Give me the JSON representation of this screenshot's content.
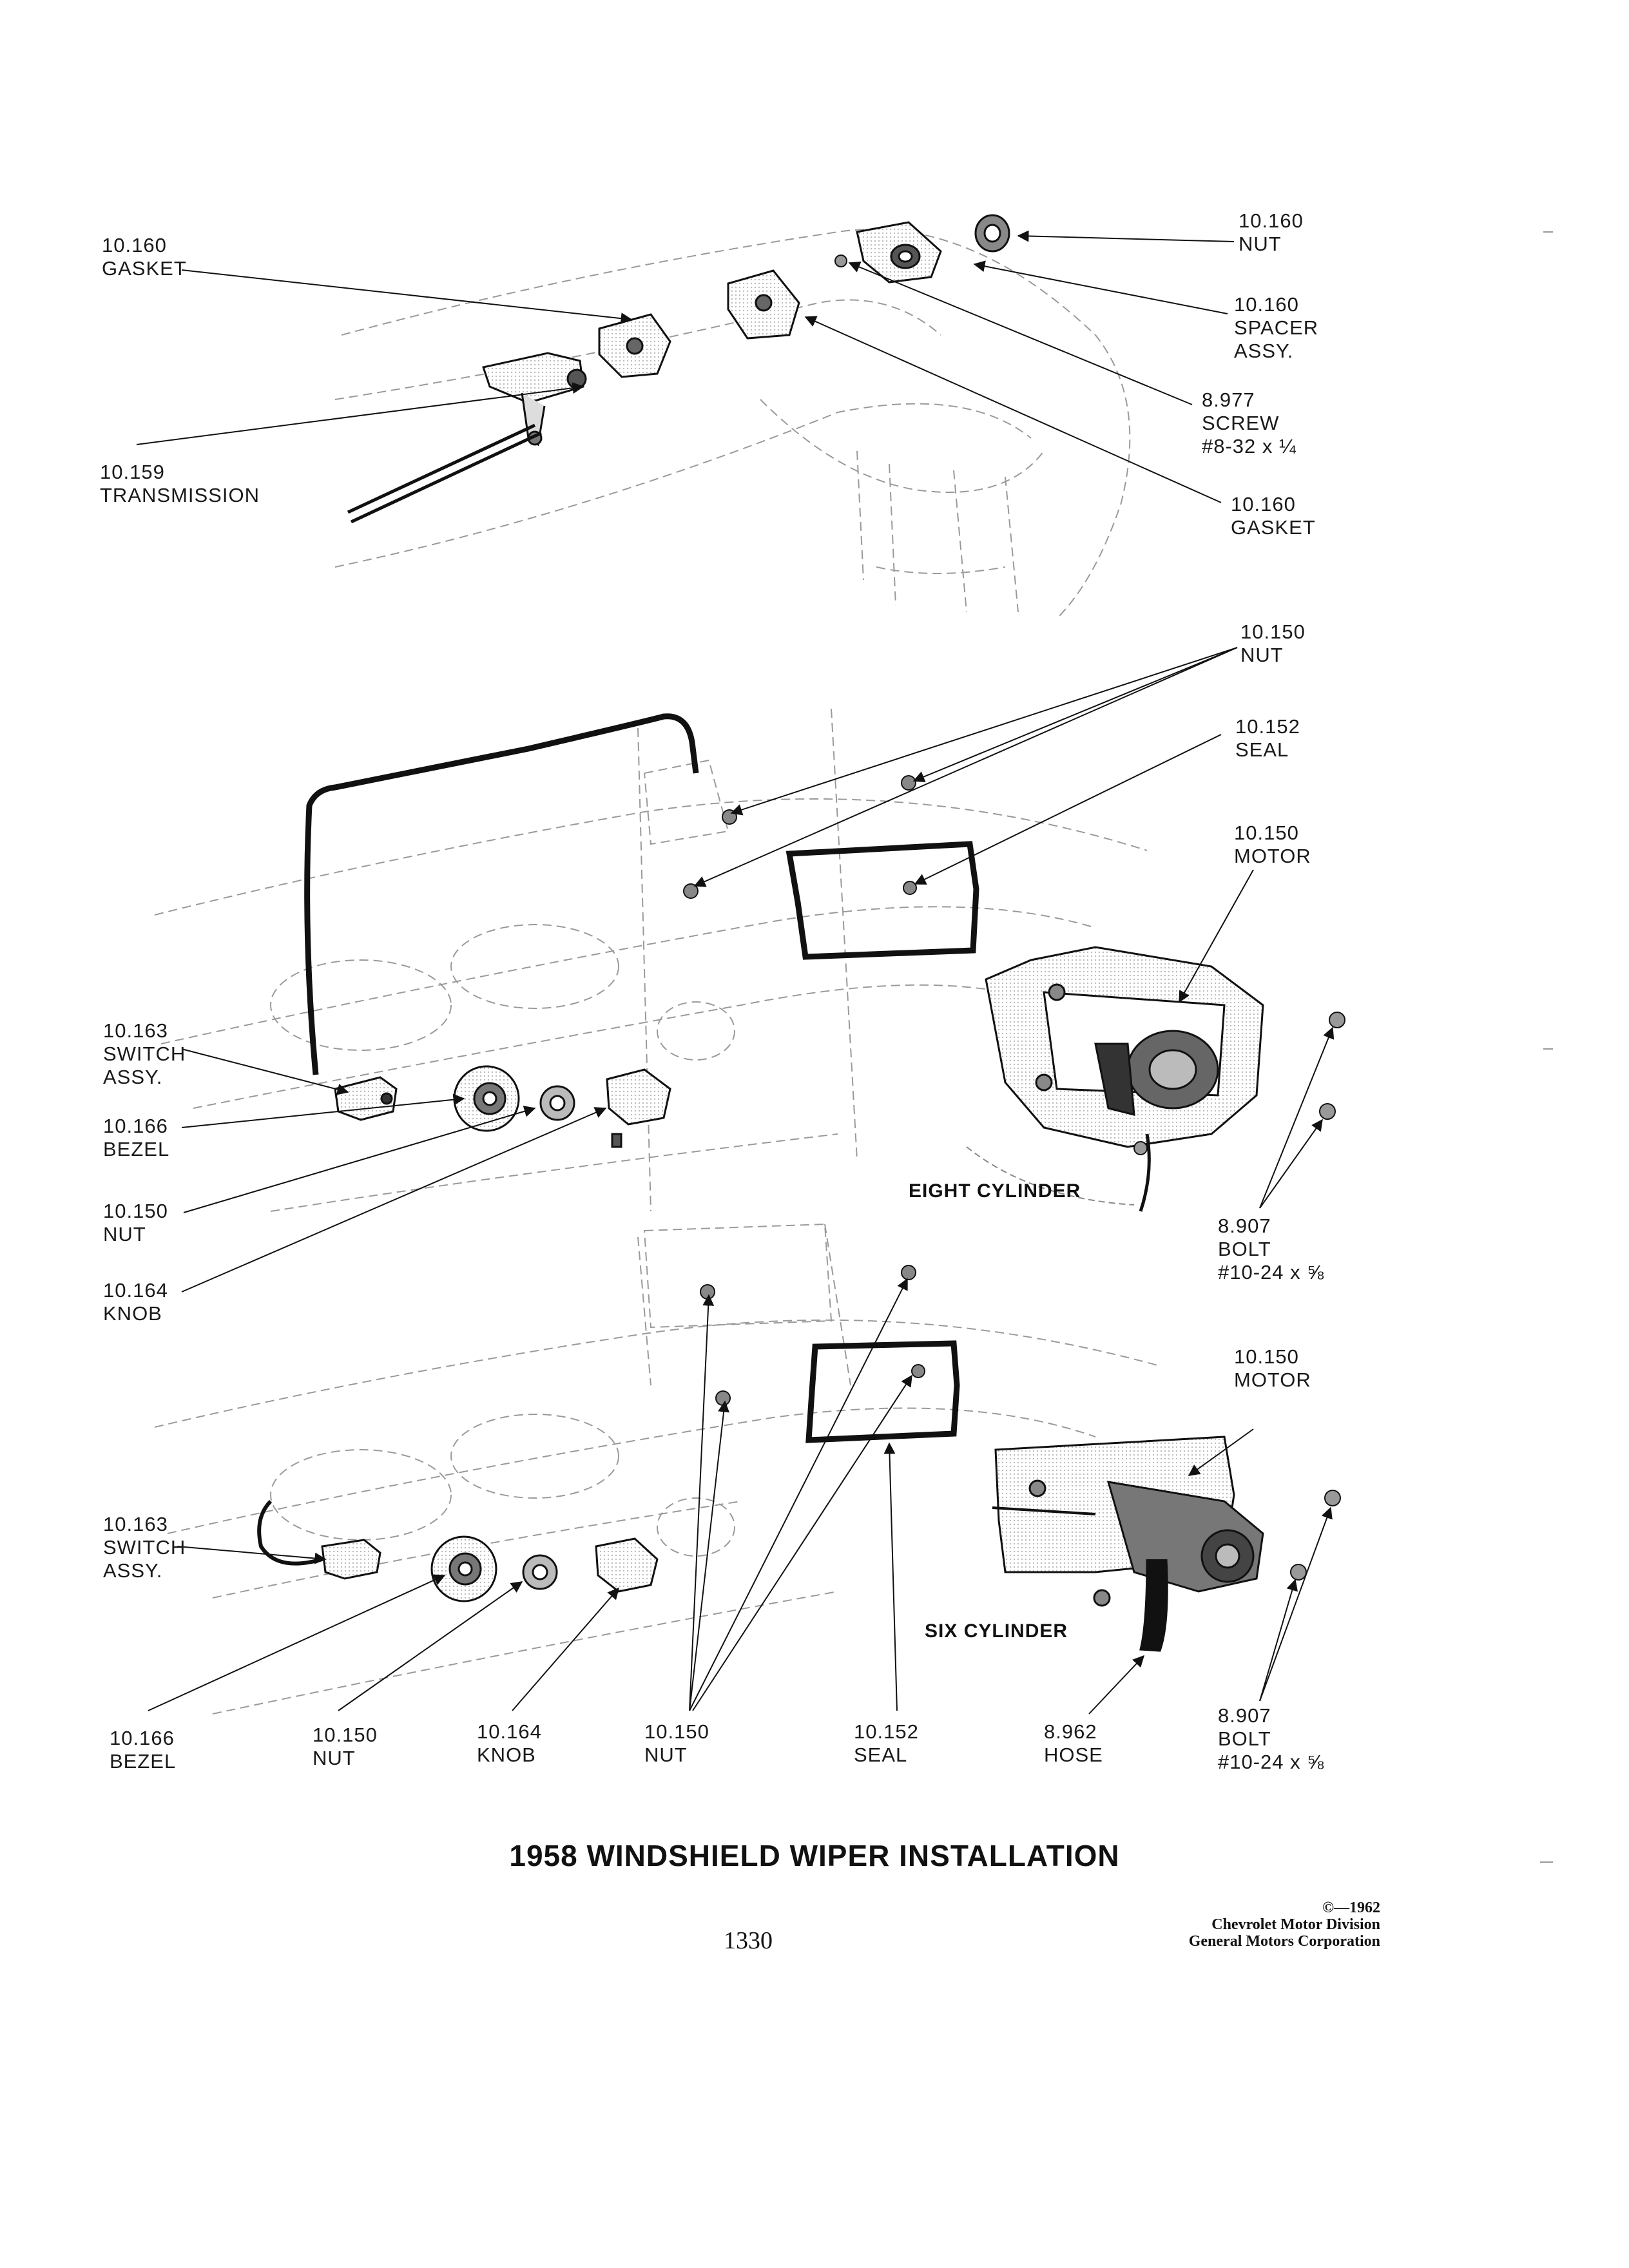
{
  "title": "1958 WINDSHIELD WIPER INSTALLATION",
  "page_number": "1330",
  "copyright": {
    "line1": "©—1962",
    "line2": "Chevrolet Motor Division",
    "line3": "General Motors Corporation"
  },
  "sections": {
    "eight": "EIGHT CYLINDER",
    "six": "SIX CYLINDER"
  },
  "labels": {
    "top_gasket_left": {
      "num": "10.160",
      "name": "GASKET"
    },
    "top_nut": {
      "num": "10.160",
      "name": "NUT"
    },
    "top_spacer": {
      "num": "10.160",
      "name": "SPACER",
      "name2": "ASSY."
    },
    "top_screw": {
      "num": "8.977",
      "name": "SCREW",
      "spec": "#8-32 x ¼"
    },
    "top_transmission": {
      "num": "10.159",
      "name": "TRANSMISSION"
    },
    "top_gasket_right": {
      "num": "10.160",
      "name": "GASKET"
    },
    "v8_nut_top": {
      "num": "10.150",
      "name": "NUT"
    },
    "v8_seal": {
      "num": "10.152",
      "name": "SEAL"
    },
    "v8_motor": {
      "num": "10.150",
      "name": "MOTOR"
    },
    "v8_switch": {
      "num": "10.163",
      "name": "SWITCH",
      "name2": "ASSY."
    },
    "v8_bezel": {
      "num": "10.166",
      "name": "BEZEL"
    },
    "v8_nut": {
      "num": "10.150",
      "name": "NUT"
    },
    "v8_knob": {
      "num": "10.164",
      "name": "KNOB"
    },
    "v8_bolt": {
      "num": "8.907",
      "name": "BOLT",
      "spec": "#10-24 x ⅝"
    },
    "v6_motor": {
      "num": "10.150",
      "name": "MOTOR"
    },
    "v6_switch": {
      "num": "10.163",
      "name": "SWITCH",
      "name2": "ASSY."
    },
    "v6_bezel": {
      "num": "10.166",
      "name": "BEZEL"
    },
    "v6_nut1": {
      "num": "10.150",
      "name": "NUT"
    },
    "v6_knob": {
      "num": "10.164",
      "name": "KNOB"
    },
    "v6_nut2": {
      "num": "10.150",
      "name": "NUT"
    },
    "v6_seal": {
      "num": "10.152",
      "name": "SEAL"
    },
    "v6_hose": {
      "num": "8.962",
      "name": "HOSE"
    },
    "v6_bolt": {
      "num": "8.907",
      "name": "BOLT",
      "spec": "#10-24 x ⅝"
    }
  }
}
